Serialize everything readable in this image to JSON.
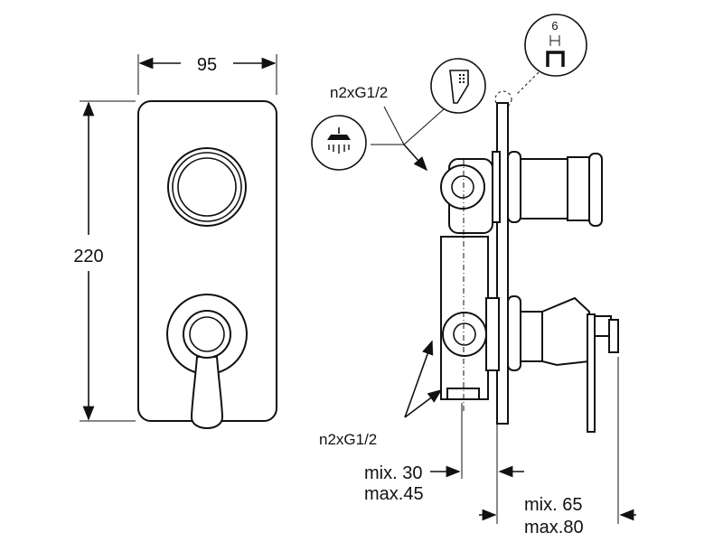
{
  "front_view": {
    "width_label": "95",
    "height_label": "220"
  },
  "side_view": {
    "top_connection_label": "n2xG1/2",
    "bottom_connection_label": "n2xG1/2",
    "depth_min_label": "mix. 30",
    "depth_max_label": "max.45",
    "projection_min_label": "mix. 65",
    "projection_max_label": "max.80",
    "detail_value": "6"
  },
  "icons": {
    "shower_head": "shower-head-icon",
    "hand_shower": "hand-shower-icon"
  }
}
